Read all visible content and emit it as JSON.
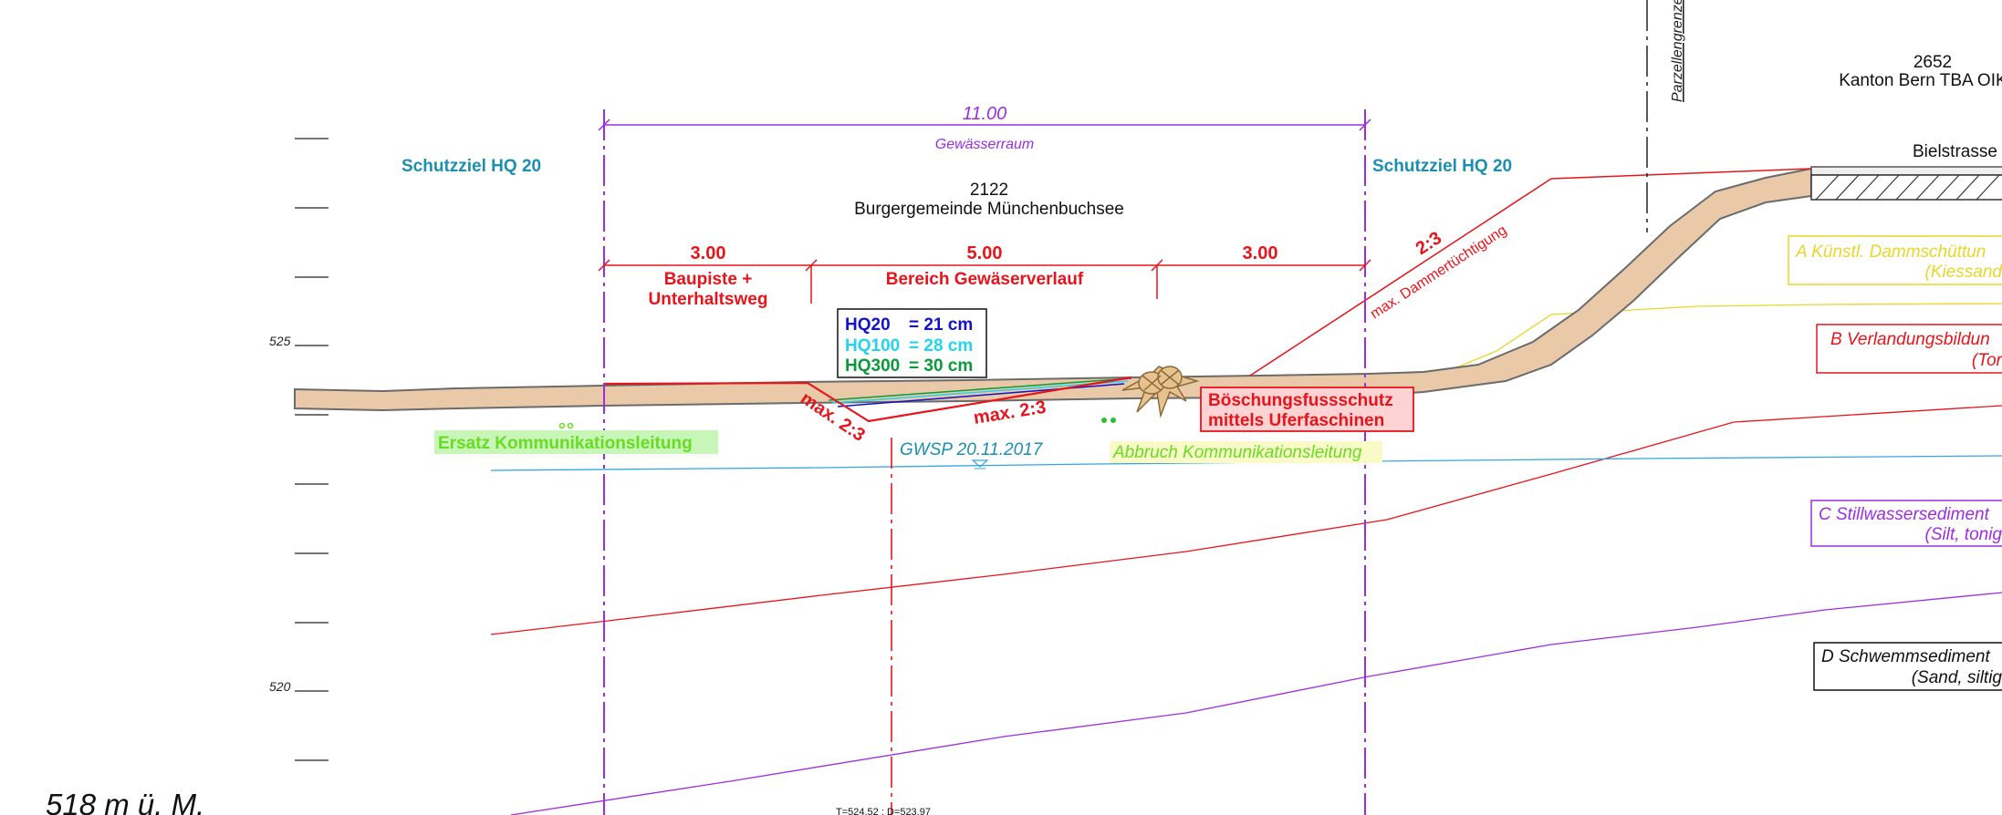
{
  "colors": {
    "dimension": "#9d2de0",
    "teal": "#1a8fb0",
    "red": "#e8141b",
    "blue": "#1212c8",
    "cyan": "#22d4ee",
    "green": "#0b9a3a",
    "lime": "#66dd22",
    "soil_fill": "#e9c9a8",
    "soil_stroke": "#6b6b6b",
    "groundwater": "#35a6e0",
    "yellow": "#e8d62a"
  },
  "scale": {
    "labels": [
      "525",
      "520"
    ],
    "base_label": "518 m ü. M."
  },
  "gewaesserraum": {
    "width": "11.00",
    "label": "Gewässerraum"
  },
  "protection_goal": {
    "left": "Schutzziel HQ 20",
    "right": "Schutzziel HQ 20"
  },
  "parcel_2122": {
    "number": "2122",
    "owner": "Burgergemeinde Münchenbuchsee"
  },
  "parcel_2652": {
    "number": "2652",
    "owner": "Kanton Bern TBA OIK III"
  },
  "parcel_boundary": "Parzellengrenze",
  "road": "Bielstrasse",
  "segments": [
    {
      "width": "3.00",
      "label_lines": [
        "Baupiste +",
        "Unterhaltsweg"
      ]
    },
    {
      "width": "5.00",
      "label_lines": [
        "Bereich Gewäserverlauf"
      ]
    },
    {
      "width": "3.00",
      "label_lines": []
    }
  ],
  "flood_levels": [
    {
      "name": "HQ20",
      "value": "= 21 cm",
      "color": "#1212c8"
    },
    {
      "name": "HQ100",
      "value": "= 28 cm",
      "color": "#22d4ee"
    },
    {
      "name": "HQ300",
      "value": "= 30 cm",
      "color": "#0b9a3a"
    }
  ],
  "slope_labels": {
    "left": "max. 2:3",
    "right": "max. 2:3",
    "dam_ratio": "2:3",
    "dam_text": "max. Dammertüchtigung"
  },
  "bank_protection_lines": [
    "Böschungsfussschutz",
    "mittels Uferfaschinen"
  ],
  "replacement_cable": "Ersatz Kommunikationsleitung",
  "demolition_cable": "Abbruch Kommunikationsleitung",
  "groundwater": "GWSP 20.11.2017",
  "strata": [
    {
      "lines": [
        "A Künstl. Dammschüttun",
        "(Kiessand"
      ],
      "color": "#e8d62a"
    },
    {
      "lines": [
        "B Verlandungsbildun",
        "(Tor"
      ],
      "color": "#e8141b"
    },
    {
      "lines": [
        "C Stillwassersediment",
        "(Silt, tonig"
      ],
      "color": "#9d2de0"
    },
    {
      "lines": [
        "D Schwemmsediment",
        "(Sand, siltig"
      ],
      "color": "#111111"
    }
  ],
  "bottom_note": "T=524.52 ; D=523.97"
}
